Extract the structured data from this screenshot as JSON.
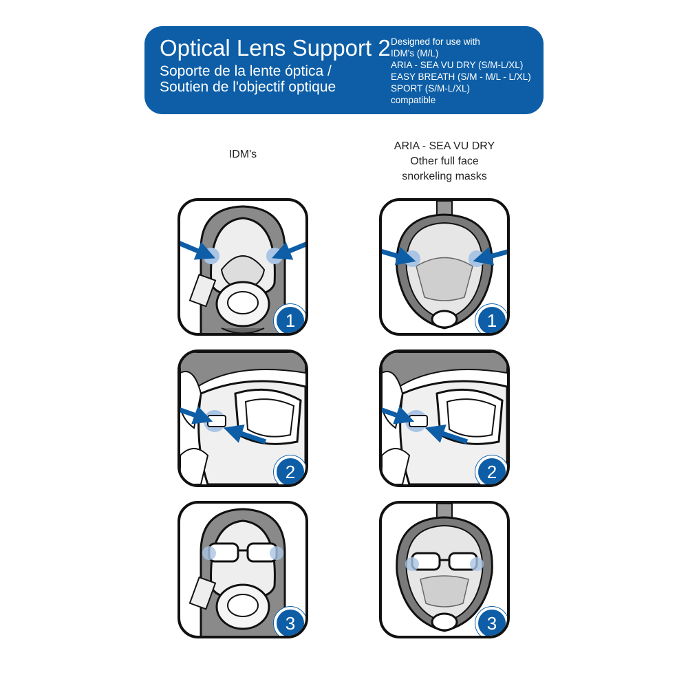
{
  "banner": {
    "title": "Optical Lens Support 2",
    "subtitle_es": "Soporte de la lente óptica /",
    "subtitle_fr": "Soutien de l'objectif optique",
    "compat": [
      "Designed for use with",
      "IDM's (M/L)",
      "ARIA - SEA VU DRY (S/M-L/XL)",
      "EASY BREATH (S/M - M/L - L/XL)",
      "SPORT (S/M-L/XL)",
      "compatible"
    ]
  },
  "columns": {
    "left": {
      "heading": [
        "IDM's"
      ]
    },
    "right": {
      "heading": [
        "ARIA - SEA VU DRY",
        "Other full face",
        "snorkeling masks"
      ]
    }
  },
  "steps": [
    "1",
    "2",
    "3"
  ],
  "colors": {
    "accent": "#0d5ea6",
    "outline": "#111111",
    "mask_gray": "#7a7a7a"
  },
  "icons": [
    "arrow-icon",
    "full-face-mask-illustration",
    "lens-clip-illustration",
    "glasses-illustration"
  ]
}
